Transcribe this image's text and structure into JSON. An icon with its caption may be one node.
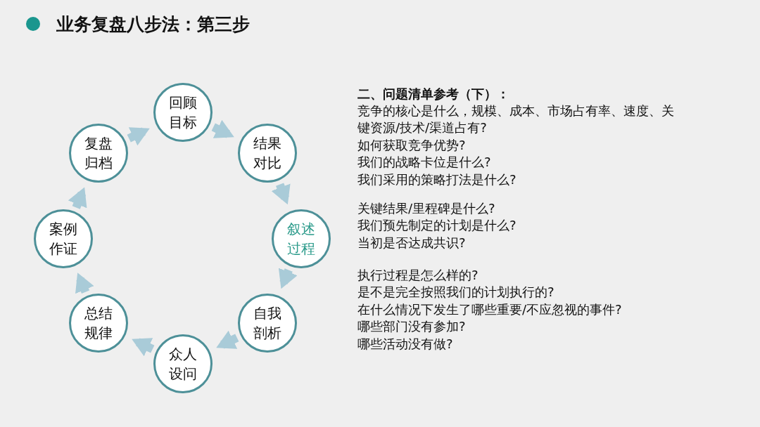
{
  "diagram": {
    "title": "业务复盘八步法：第三步",
    "nodes": [
      {
        "text": [
          "回顾目标"
        ]
      },
      {
        "text": [
          "结果对比"
        ]
      },
      {
        "text": [
          "叙述过程"
        ]
      },
      {
        "text": [
          "自我剖析"
        ]
      },
      {
        "text": [
          "众人设问"
        ]
      },
      {
        "text": [
          "总结规律"
        ]
      },
      {
        "text": [
          "案例作证"
        ]
      },
      {
        "text": [
          "复盘归档"
        ]
      }
    ],
    "edges": [
      {
        "from": 0,
        "to": 1,
        "arrow": "to"
      },
      {
        "from": 1,
        "to": 2,
        "arrow": "to"
      },
      {
        "from": 2,
        "to": 3,
        "arrow": "to"
      },
      {
        "from": 3,
        "to": 4,
        "arrow": "to"
      },
      {
        "from": 4,
        "to": 5,
        "arrow": "to"
      },
      {
        "from": 5,
        "to": 6,
        "arrow": "to"
      },
      {
        "from": 6,
        "to": 7,
        "arrow": "to"
      },
      {
        "from": 7,
        "to": 0,
        "arrow": "to"
      }
    ],
    "labels": [
      "二、问题清单参考（下）：",
      "竞争的核心是什么，规模、成本、市场占有率、速度、关键资源/技术/渠道占有?",
      "如何获取竞争优势?",
      "我们的战略卡位是什么?",
      "我们采用的策略打法是什么?",
      "关键结果/里程碑是什么?",
      "我们预先制定的计划是什么?",
      "当初是否达成共识?",
      "执行过程是怎么样的?",
      "是不是完全按照我们的计划执行的?",
      "在什么情况下发生了哪些重要/不应忽视的事件?",
      "哪些部门没有参加?",
      "哪些活动没有做?"
    ]
  }
}
